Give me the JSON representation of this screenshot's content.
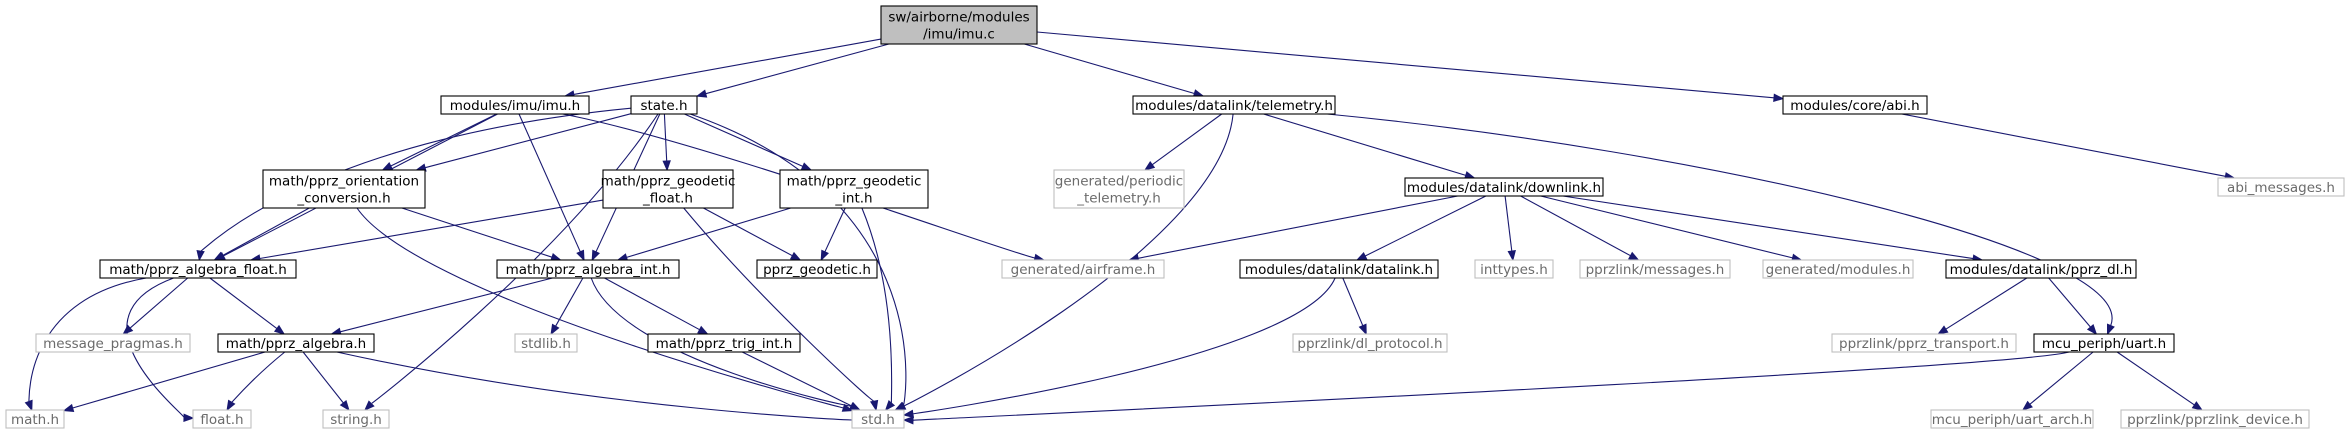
{
  "graph": {
    "colors": {
      "edge": "#191970",
      "root_fill": "#bfbfbf",
      "root_border": "#000000",
      "node_border": "#000000",
      "leaf_border": "#bfbfbf",
      "leaf_text": "#6b6b6b"
    },
    "nodes": [
      {
        "id": "root",
        "lines": [
          "sw/airborne/modules",
          "/imu/imu.c"
        ],
        "kind": "root"
      },
      {
        "id": "imu_h",
        "lines": [
          "modules/imu/imu.h"
        ],
        "kind": "normal"
      },
      {
        "id": "state_h",
        "lines": [
          "state.h"
        ],
        "kind": "normal"
      },
      {
        "id": "telemetry_h",
        "lines": [
          "modules/datalink/telemetry.h"
        ],
        "kind": "normal"
      },
      {
        "id": "abi_h",
        "lines": [
          "modules/core/abi.h"
        ],
        "kind": "normal"
      },
      {
        "id": "abi_messages_h",
        "lines": [
          "abi_messages.h"
        ],
        "kind": "leaf"
      },
      {
        "id": "orient_conv_h",
        "lines": [
          "math/pprz_orientation",
          "_conversion.h"
        ],
        "kind": "normal"
      },
      {
        "id": "geodetic_float_h",
        "lines": [
          "math/pprz_geodetic",
          "_float.h"
        ],
        "kind": "normal"
      },
      {
        "id": "geodetic_int_h",
        "lines": [
          "math/pprz_geodetic",
          "_int.h"
        ],
        "kind": "normal"
      },
      {
        "id": "periodic_telemetry_h",
        "lines": [
          "generated/periodic",
          "_telemetry.h"
        ],
        "kind": "leaf"
      },
      {
        "id": "downlink_h",
        "lines": [
          "modules/datalink/downlink.h"
        ],
        "kind": "normal"
      },
      {
        "id": "algebra_float_h",
        "lines": [
          "math/pprz_algebra_float.h"
        ],
        "kind": "normal"
      },
      {
        "id": "algebra_int_h",
        "lines": [
          "math/pprz_algebra_int.h"
        ],
        "kind": "normal"
      },
      {
        "id": "pprz_geodetic_h",
        "lines": [
          "pprz_geodetic.h"
        ],
        "kind": "normal"
      },
      {
        "id": "airframe_h",
        "lines": [
          "generated/airframe.h"
        ],
        "kind": "leaf"
      },
      {
        "id": "datalink_h",
        "lines": [
          "modules/datalink/datalink.h"
        ],
        "kind": "normal"
      },
      {
        "id": "inttypes_h",
        "lines": [
          "inttypes.h"
        ],
        "kind": "leaf"
      },
      {
        "id": "pprzlink_messages_h",
        "lines": [
          "pprzlink/messages.h"
        ],
        "kind": "leaf"
      },
      {
        "id": "generated_modules_h",
        "lines": [
          "generated/modules.h"
        ],
        "kind": "leaf"
      },
      {
        "id": "pprz_dl_h",
        "lines": [
          "modules/datalink/pprz_dl.h"
        ],
        "kind": "normal"
      },
      {
        "id": "message_pragmas_h",
        "lines": [
          "message_pragmas.h"
        ],
        "kind": "leaf"
      },
      {
        "id": "algebra_h",
        "lines": [
          "math/pprz_algebra.h"
        ],
        "kind": "normal"
      },
      {
        "id": "stdlib_h",
        "lines": [
          "stdlib.h"
        ],
        "kind": "leaf"
      },
      {
        "id": "trig_int_h",
        "lines": [
          "math/pprz_trig_int.h"
        ],
        "kind": "normal"
      },
      {
        "id": "dl_protocol_h",
        "lines": [
          "pprzlink/dl_protocol.h"
        ],
        "kind": "leaf"
      },
      {
        "id": "pprz_transport_h",
        "lines": [
          "pprzlink/pprz_transport.h"
        ],
        "kind": "leaf"
      },
      {
        "id": "uart_h",
        "lines": [
          "mcu_periph/uart.h"
        ],
        "kind": "normal"
      },
      {
        "id": "math_h",
        "lines": [
          "math.h"
        ],
        "kind": "leaf"
      },
      {
        "id": "float_h",
        "lines": [
          "float.h"
        ],
        "kind": "leaf"
      },
      {
        "id": "string_h",
        "lines": [
          "string.h"
        ],
        "kind": "leaf"
      },
      {
        "id": "std_h",
        "lines": [
          "std.h"
        ],
        "kind": "leaf"
      },
      {
        "id": "uart_arch_h",
        "lines": [
          "mcu_periph/uart_arch.h"
        ],
        "kind": "leaf"
      },
      {
        "id": "pprzlink_device_h",
        "lines": [
          "pprzlink/pprzlink_device.h"
        ],
        "kind": "leaf"
      }
    ],
    "edges": [
      {
        "from": "root",
        "to": "imu_h"
      },
      {
        "from": "root",
        "to": "state_h"
      },
      {
        "from": "root",
        "to": "telemetry_h"
      },
      {
        "from": "root",
        "to": "abi_h"
      },
      {
        "from": "abi_h",
        "to": "abi_messages_h"
      },
      {
        "from": "imu_h",
        "to": "orient_conv_h"
      },
      {
        "from": "imu_h",
        "to": "algebra_float_h"
      },
      {
        "from": "imu_h",
        "to": "algebra_int_h"
      },
      {
        "from": "imu_h",
        "to": "airframe_h"
      },
      {
        "from": "state_h",
        "to": "orient_conv_h"
      },
      {
        "from": "state_h",
        "to": "geodetic_float_h"
      },
      {
        "from": "state_h",
        "to": "geodetic_int_h"
      },
      {
        "from": "state_h",
        "to": "algebra_float_h"
      },
      {
        "from": "state_h",
        "to": "algebra_int_h"
      },
      {
        "from": "state_h",
        "to": "string_h"
      },
      {
        "from": "state_h",
        "to": "std_h"
      },
      {
        "from": "telemetry_h",
        "to": "periodic_telemetry_h"
      },
      {
        "from": "telemetry_h",
        "to": "downlink_h"
      },
      {
        "from": "telemetry_h",
        "to": "std_h"
      },
      {
        "from": "telemetry_h",
        "to": "uart_h"
      },
      {
        "from": "orient_conv_h",
        "to": "algebra_float_h"
      },
      {
        "from": "orient_conv_h",
        "to": "algebra_int_h"
      },
      {
        "from": "orient_conv_h",
        "to": "std_h"
      },
      {
        "from": "geodetic_float_h",
        "to": "algebra_float_h"
      },
      {
        "from": "geodetic_float_h",
        "to": "pprz_geodetic_h"
      },
      {
        "from": "geodetic_float_h",
        "to": "std_h"
      },
      {
        "from": "geodetic_int_h",
        "to": "algebra_int_h"
      },
      {
        "from": "geodetic_int_h",
        "to": "pprz_geodetic_h"
      },
      {
        "from": "geodetic_int_h",
        "to": "std_h"
      },
      {
        "from": "downlink_h",
        "to": "airframe_h"
      },
      {
        "from": "downlink_h",
        "to": "datalink_h"
      },
      {
        "from": "downlink_h",
        "to": "inttypes_h"
      },
      {
        "from": "downlink_h",
        "to": "pprzlink_messages_h"
      },
      {
        "from": "downlink_h",
        "to": "generated_modules_h"
      },
      {
        "from": "downlink_h",
        "to": "pprz_dl_h"
      },
      {
        "from": "algebra_float_h",
        "to": "message_pragmas_h"
      },
      {
        "from": "algebra_float_h",
        "to": "algebra_h"
      },
      {
        "from": "algebra_float_h",
        "to": "math_h"
      },
      {
        "from": "algebra_float_h",
        "to": "float_h"
      },
      {
        "from": "algebra_int_h",
        "to": "algebra_h"
      },
      {
        "from": "algebra_int_h",
        "to": "stdlib_h"
      },
      {
        "from": "algebra_int_h",
        "to": "trig_int_h"
      },
      {
        "from": "algebra_int_h",
        "to": "std_h"
      },
      {
        "from": "datalink_h",
        "to": "dl_protocol_h"
      },
      {
        "from": "datalink_h",
        "to": "std_h"
      },
      {
        "from": "pprz_dl_h",
        "to": "pprz_transport_h"
      },
      {
        "from": "pprz_dl_h",
        "to": "uart_h"
      },
      {
        "from": "algebra_h",
        "to": "math_h"
      },
      {
        "from": "algebra_h",
        "to": "float_h"
      },
      {
        "from": "algebra_h",
        "to": "string_h"
      },
      {
        "from": "algebra_h",
        "to": "std_h"
      },
      {
        "from": "trig_int_h",
        "to": "std_h"
      },
      {
        "from": "uart_h",
        "to": "std_h"
      },
      {
        "from": "uart_h",
        "to": "uart_arch_h"
      },
      {
        "from": "uart_h",
        "to": "pprzlink_device_h"
      }
    ]
  }
}
